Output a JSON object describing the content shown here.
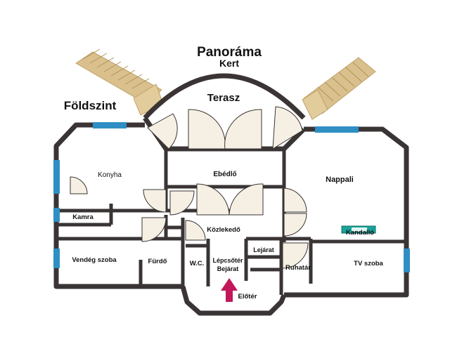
{
  "title": "Panoráma",
  "subtitle": "Kert",
  "floor": "Földszint",
  "rooms": {
    "terasz": "Terasz",
    "konyha": "Konyha",
    "ebedlo": "Ebédlő",
    "nappali": "Nappali",
    "kamra": "Kamra",
    "kozlekedo": "Közlekedő",
    "kandallo": "Kandalló",
    "vendegszoba": "Vendég szoba",
    "furdo": "Fürdő",
    "wc": "W.C.",
    "lepcsoter": "Lépcsőtér",
    "bejarat": "Bejárat",
    "lejarat": "Lejárat",
    "ruhatar": "Ruhatár",
    "tvszoba": "TV szoba",
    "eloter": "Előtér"
  },
  "colors": {
    "wall": "#3a3434",
    "window": "#2f8fc4",
    "door_fill": "#f6f0e4",
    "stair": "#d9c08c",
    "arrow": "#c2185b"
  }
}
